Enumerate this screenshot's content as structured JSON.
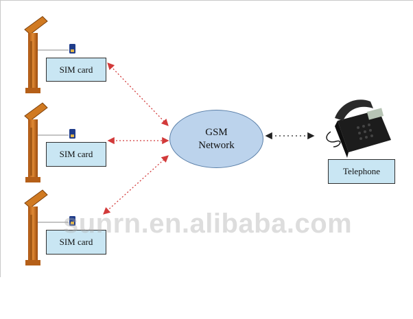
{
  "diagram": {
    "sim_cards": [
      {
        "label": "SIM card"
      },
      {
        "label": "SIM card"
      },
      {
        "label": "SIM card"
      }
    ],
    "network": {
      "line1": "GSM",
      "line2": "Network"
    },
    "telephone": {
      "label": "Telephone"
    },
    "watermark": "sunrn.en.alibaba.com",
    "colors": {
      "box_fill": "#c9e6f3",
      "ellipse_fill": "#bcd3ec",
      "arrow_red": "#d23a3a",
      "arrow_black": "#222222",
      "pole_orange": "#c96a1a"
    },
    "icons": [
      "solar-pole-icon",
      "sim-chip-icon",
      "telephone-icon"
    ]
  }
}
